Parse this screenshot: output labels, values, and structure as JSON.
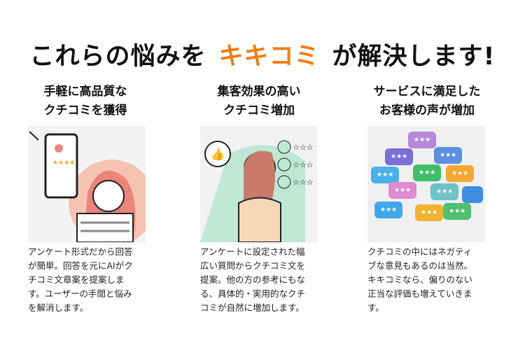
{
  "title": {
    "before": "これらの悩みを",
    "brand": "キキコミ",
    "after": "が解決します!"
  },
  "colors": {
    "accent": "#f07d12"
  },
  "columns": [
    {
      "heading": [
        "手軽に高品質な",
        "クチコミを獲得"
      ],
      "image": "person-holding-phone-with-review-illustration",
      "lines": [
        "アンケート形式だから回答",
        "が簡単。回答を元にAIがク",
        "チコミ文章案を提案しま",
        "す。ユーザーの手間と悩み",
        "を解消します。"
      ]
    },
    {
      "heading": [
        "集客効果の高い",
        "クチコミ増加"
      ],
      "image": "woman-with-phone-thumbs-up-reviews-illustration",
      "lines": [
        "アンケートに設定された幅",
        "広い質問からクチコミ文を",
        "提案。他の方の参考にもな",
        "る、具体的・実用的なクチ",
        "コミが自然に増加します。"
      ]
    },
    {
      "heading": [
        "サービスに満足した",
        "お客様の声が増加"
      ],
      "image": "colorful-speech-bubbles-with-stars-illustration",
      "lines": [
        "クチコミの中にはネガティ",
        "ブな意見もあるのは当然。",
        "キキコミなら、偏りのない",
        "正当な評価も増えていきま",
        "す。"
      ]
    }
  ]
}
